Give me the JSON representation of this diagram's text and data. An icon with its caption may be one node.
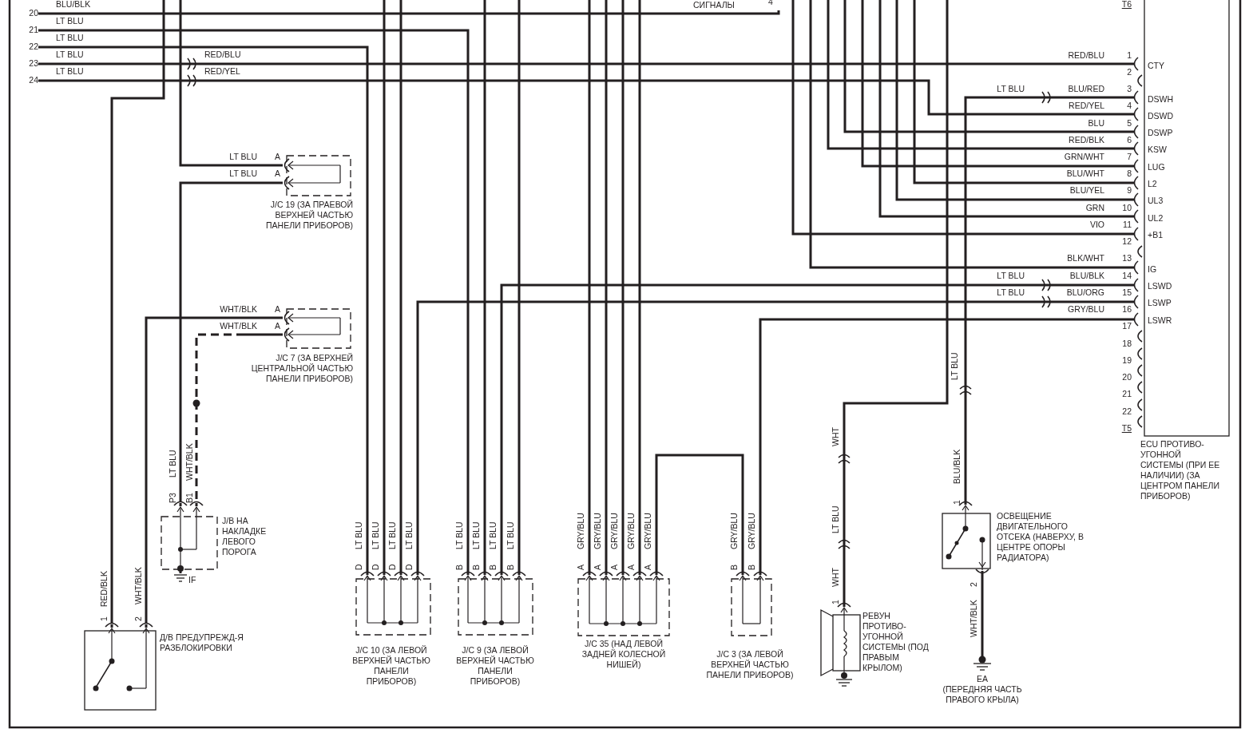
{
  "diagram": {
    "nodes": [
      {
        "text": [
          "СИГНАЛЫ"
        ]
      },
      {
        "text": [
          "J/C 19 (ЗА ПРАЕВОЙ ВЕРХНЕЙ ЧАСТЬЮ ПАНЕЛИ ПРИБОРОВ)"
        ]
      },
      {
        "text": [
          "J/C 7 (ЗА ВЕРХНЕЙ ЦЕНТРАЛЬНОЙ ЧАСТЬЮ ПАНЕЛИ ПРИБОРОВ)"
        ]
      },
      {
        "text": [
          "J/B НА НАКЛАДКЕ ЛЕВОГО ПОРОГА"
        ]
      },
      {
        "text": [
          "IF"
        ]
      },
      {
        "text": [
          "Д/В ПРЕДУПРЕЖД-Я РАЗБЛОКИРОВКИ"
        ]
      },
      {
        "text": [
          "J/C 10 (ЗА ЛЕВОЙ ВЕРХНЕЙ ЧАСТЬЮ ПАНЕЛИ ПРИБОРОВ)"
        ]
      },
      {
        "text": [
          "J/C 9 (ЗА ЛЕВОЙ ВЕРХНЕЙ ЧАСТЬЮ ПАНЕЛИ ПРИБОРОВ)"
        ]
      },
      {
        "text": [
          "J/C 35 (НАД ЛЕВОЙ ЗАДНЕЙ КОЛЕСНОЙ НИШЕЙ)"
        ]
      },
      {
        "text": [
          "J/C 3 (ЗА ЛЕВОЙ ВЕРХНЕЙ ЧАСТЬЮ ПАНЕЛИ ПРИБОРОВ)"
        ]
      },
      {
        "text": [
          "РЕВУН ПРОТИВО- УГОННОЙ СИСТЕМЫ (ПОД ПРАВЫМ КРЫЛОМ)"
        ]
      },
      {
        "text": [
          "ОСВЕЩЕНИЕ ДВИГАТЕЛЬНОГО ОТСЕКА (НАВЕРХУ, В ЦЕНТРЕ ОПОРЫ РАДИАТОРА)"
        ]
      },
      {
        "text": [
          "EA",
          "(ПЕРЕДНЯЯ ЧАСТЬ ПРАВОГО КРЫЛА)"
        ]
      },
      {
        "text": [
          "ECU ПРОТИВО- УГОННОЙ СИСТЕМЫ (ПРИ ЕЕ НАЛИЧИИ) (ЗА ЦЕНТРОМ ПАНЕЛИ ПРИБОРОВ)"
        ]
      },
      {
        "text": [
          "20"
        ]
      },
      {
        "text": [
          "21"
        ]
      },
      {
        "text": [
          "22"
        ]
      },
      {
        "text": [
          "23"
        ]
      },
      {
        "text": [
          "24"
        ]
      }
    ],
    "edges": [
      {
        "from": 14,
        "to": 0,
        "arrow": "none"
      },
      {
        "from": 15,
        "to": 7,
        "arrow": "other"
      },
      {
        "from": 16,
        "to": 6,
        "arrow": "other"
      },
      {
        "from": 17,
        "to": 13,
        "arrow": "other"
      },
      {
        "from": 18,
        "to": 13,
        "arrow": "other"
      },
      {
        "from": null,
        "to": 5,
        "arrow": "other"
      },
      {
        "from": null,
        "to": 1,
        "arrow": "none"
      },
      {
        "from": 1,
        "to": 3,
        "arrow": "other"
      },
      {
        "from": 2,
        "to": 5,
        "arrow": "other"
      },
      {
        "from": 2,
        "to": 3,
        "arrow": "other",
        "style": "dashed"
      },
      {
        "from": 3,
        "to": 4,
        "arrow": "none"
      },
      {
        "from": null,
        "to": 6,
        "arrow": "other"
      },
      {
        "from": null,
        "to": 6,
        "arrow": "other"
      },
      {
        "from": 6,
        "to": 13,
        "arrow": "other"
      },
      {
        "from": null,
        "to": 7,
        "arrow": "other"
      },
      {
        "from": 7,
        "to": 13,
        "arrow": "other"
      },
      {
        "from": null,
        "to": 7,
        "arrow": "other"
      },
      {
        "from": null,
        "to": 8,
        "arrow": "other"
      },
      {
        "from": null,
        "to": 8,
        "arrow": "other"
      },
      {
        "from": null,
        "to": 8,
        "arrow": "other"
      },
      {
        "from": null,
        "to": 8,
        "arrow": "other"
      },
      {
        "from": 8,
        "to": 9,
        "arrow": "other"
      },
      {
        "from": 9,
        "to": 13,
        "arrow": "other"
      },
      {
        "from": null,
        "to": 13,
        "arrow": "other"
      },
      {
        "from": null,
        "to": 13,
        "arrow": "other"
      },
      {
        "from": null,
        "to": 13,
        "arrow": "other"
      },
      {
        "from": null,
        "to": 13,
        "arrow": "other"
      },
      {
        "from": null,
        "to": 13,
        "arrow": "other"
      },
      {
        "from": null,
        "to": 13,
        "arrow": "other"
      },
      {
        "from": null,
        "to": 13,
        "arrow": "other"
      },
      {
        "from": null,
        "to": 13,
        "arrow": "other"
      },
      {
        "from": null,
        "to": 10,
        "arrow": "other"
      },
      {
        "from": 11,
        "to": 13,
        "arrow": "other"
      },
      {
        "from": 11,
        "to": 12,
        "arrow": "other"
      }
    ],
    "labels": [
      "BLU/BLK",
      "4",
      "T6",
      "LT BLU",
      "LT BLU",
      "LT BLU",
      "RED/BLU",
      "RED/BLU",
      "1",
      "CTY",
      "LT BLU",
      "RED/YEL",
      "2",
      "LT BLU",
      "BLU/RED",
      "3",
      "DSWH",
      "RED/YEL",
      "4",
      "DSWD",
      "BLU",
      "5",
      "DSWP",
      "RED/BLK",
      "6",
      "KSW",
      "LT BLU",
      "A",
      "GRN/WHT",
      "7",
      "LUG",
      "LT BLU",
      "A",
      "BLU/WHT",
      "8",
      "L2",
      "BLU/YEL",
      "9",
      "UL3",
      "GRN",
      "10",
      "UL2",
      "VIO",
      "11",
      "+B1",
      "12",
      "BLK/WHT",
      "13",
      "IG",
      "LT BLU",
      "BLU/BLK",
      "14",
      "LSWD",
      "LT BLU",
      "BLU/ORG",
      "15",
      "LSWP",
      "WHT/BLK",
      "A",
      "GRY/BLU",
      "16",
      "LSWR",
      "WHT/BLK",
      "A",
      "17",
      "18",
      "19",
      "LT BLU",
      "20",
      "21",
      "22",
      "T5",
      "WHT",
      "LT BLU",
      "WHT/BLK",
      "BLU/BLK",
      "P3",
      "B1",
      "1",
      "LT BLU",
      "LT BLU",
      "LT BLU",
      "LT BLU",
      "LT BLU",
      "LT BLU",
      "LT BLU",
      "LT BLU",
      "LT BLU",
      "GRY/BLU",
      "GRY/BLU",
      "GRY/BLU",
      "GRY/BLU",
      "GRY/BLU",
      "GRY/BLU",
      "GRY/BLU",
      "D",
      "D",
      "D",
      "D",
      "B",
      "B",
      "B",
      "B",
      "A",
      "A",
      "A",
      "A",
      "A",
      "B",
      "B",
      "2",
      "WHT",
      "RED/BLK",
      "WHT/BLK",
      "1",
      "1",
      "2",
      "WHT/BLK"
    ]
  }
}
